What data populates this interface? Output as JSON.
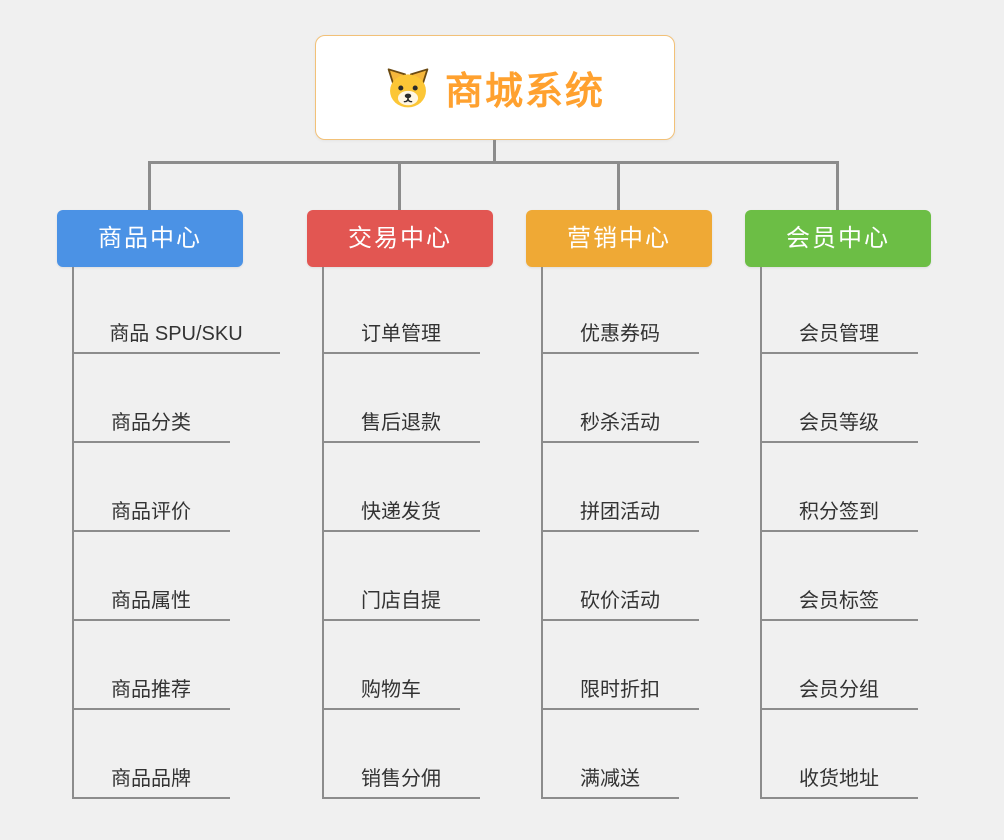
{
  "canvas": {
    "background_color": "#f0f0f0",
    "line_color": "#8c8c8c"
  },
  "root": {
    "title": "商城系统",
    "title_color": "#ffa12f",
    "border_color": "#f2c178",
    "icon": "dog-icon"
  },
  "branches": [
    {
      "label": "商品中心",
      "color": "#4b92e5",
      "children": [
        "商品 SPU/SKU",
        "商品分类",
        "商品评价",
        "商品属性",
        "商品推荐",
        "商品品牌"
      ]
    },
    {
      "label": "交易中心",
      "color": "#e25652",
      "children": [
        "订单管理",
        "售后退款",
        "快递发货",
        "门店自提",
        "购物车",
        "销售分佣"
      ]
    },
    {
      "label": "营销中心",
      "color": "#efa935",
      "children": [
        "优惠券码",
        "秒杀活动",
        "拼团活动",
        "砍价活动",
        "限时折扣",
        "满减送"
      ]
    },
    {
      "label": "会员中心",
      "color": "#6cbe45",
      "children": [
        "会员管理",
        "会员等级",
        "积分签到",
        "会员标签",
        "会员分组",
        "收货地址"
      ]
    }
  ]
}
